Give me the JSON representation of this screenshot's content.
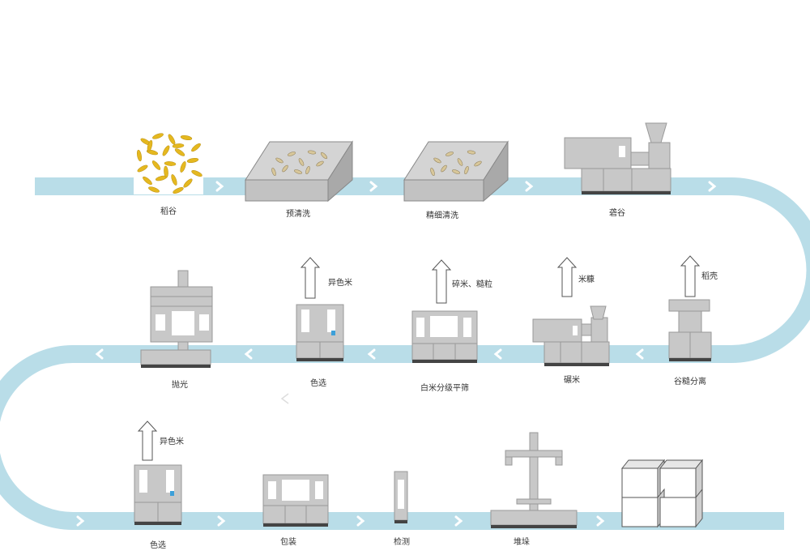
{
  "colors": {
    "belt": "#b9dde8",
    "chevron": "#ffffff",
    "machine": "#c8c8c8",
    "machine_dark": "#9a9a9a",
    "grain": "#e5b81f"
  },
  "steps": [
    {
      "id": "paddy",
      "label": "稻谷"
    },
    {
      "id": "pre-clean",
      "label": "预清洗"
    },
    {
      "id": "fine-clean",
      "label": "精细清洗"
    },
    {
      "id": "hulling",
      "label": "砻谷"
    },
    {
      "id": "paddy-separation",
      "label": "谷糙分离"
    },
    {
      "id": "milling",
      "label": "碾米"
    },
    {
      "id": "white-rice-grading",
      "label": "白米分级平筛"
    },
    {
      "id": "color-sort-1",
      "label": "色选"
    },
    {
      "id": "polishing",
      "label": "抛光"
    },
    {
      "id": "color-sort-2",
      "label": "色选"
    },
    {
      "id": "packing",
      "label": "包装"
    },
    {
      "id": "inspection",
      "label": "检测"
    },
    {
      "id": "stacking",
      "label": "堆垛"
    },
    {
      "id": "finished-stack",
      "label": ""
    }
  ],
  "byproducts": [
    {
      "id": "husk",
      "label": "稻壳"
    },
    {
      "id": "bran",
      "label": "米糠"
    },
    {
      "id": "broken",
      "label": "碎米、糙粒"
    },
    {
      "id": "reject-1",
      "label": "异色米"
    },
    {
      "id": "reject-2",
      "label": "异色米"
    }
  ]
}
